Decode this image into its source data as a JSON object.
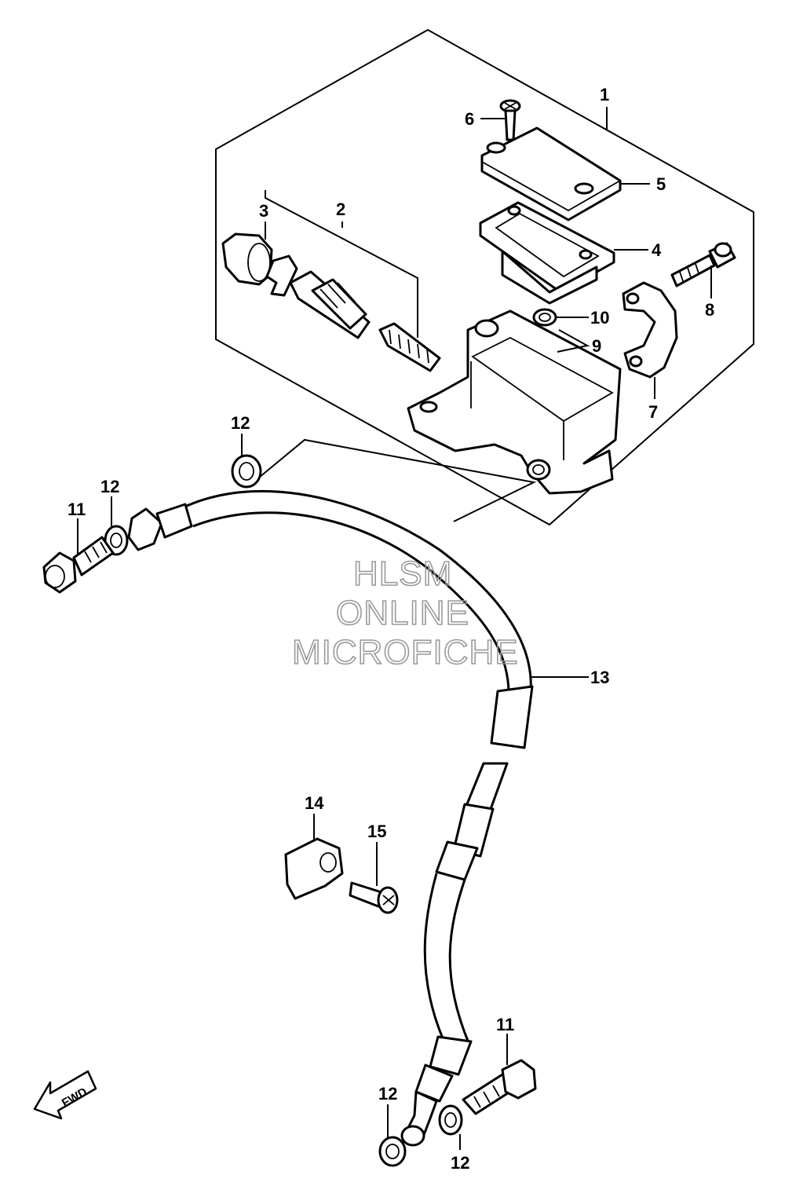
{
  "watermark": [
    "HLSM",
    "ONLINE",
    "MICROFICHE"
  ],
  "direction_arrow": {
    "label": "FWD",
    "icon": "arrow-icon"
  },
  "callouts": [
    {
      "id": "c1",
      "label": "1"
    },
    {
      "id": "c2",
      "label": "2"
    },
    {
      "id": "c3",
      "label": "3"
    },
    {
      "id": "c4",
      "label": "4"
    },
    {
      "id": "c5",
      "label": "5"
    },
    {
      "id": "c6",
      "label": "6"
    },
    {
      "id": "c7",
      "label": "7"
    },
    {
      "id": "c8",
      "label": "8"
    },
    {
      "id": "c9",
      "label": "9"
    },
    {
      "id": "c10",
      "label": "10"
    },
    {
      "id": "c11a",
      "label": "11"
    },
    {
      "id": "c11b",
      "label": "11"
    },
    {
      "id": "c12a",
      "label": "12"
    },
    {
      "id": "c12b",
      "label": "12"
    },
    {
      "id": "c12c",
      "label": "12"
    },
    {
      "id": "c12d",
      "label": "12"
    },
    {
      "id": "c13",
      "label": "13"
    },
    {
      "id": "c14",
      "label": "14"
    },
    {
      "id": "c15",
      "label": "15"
    }
  ]
}
